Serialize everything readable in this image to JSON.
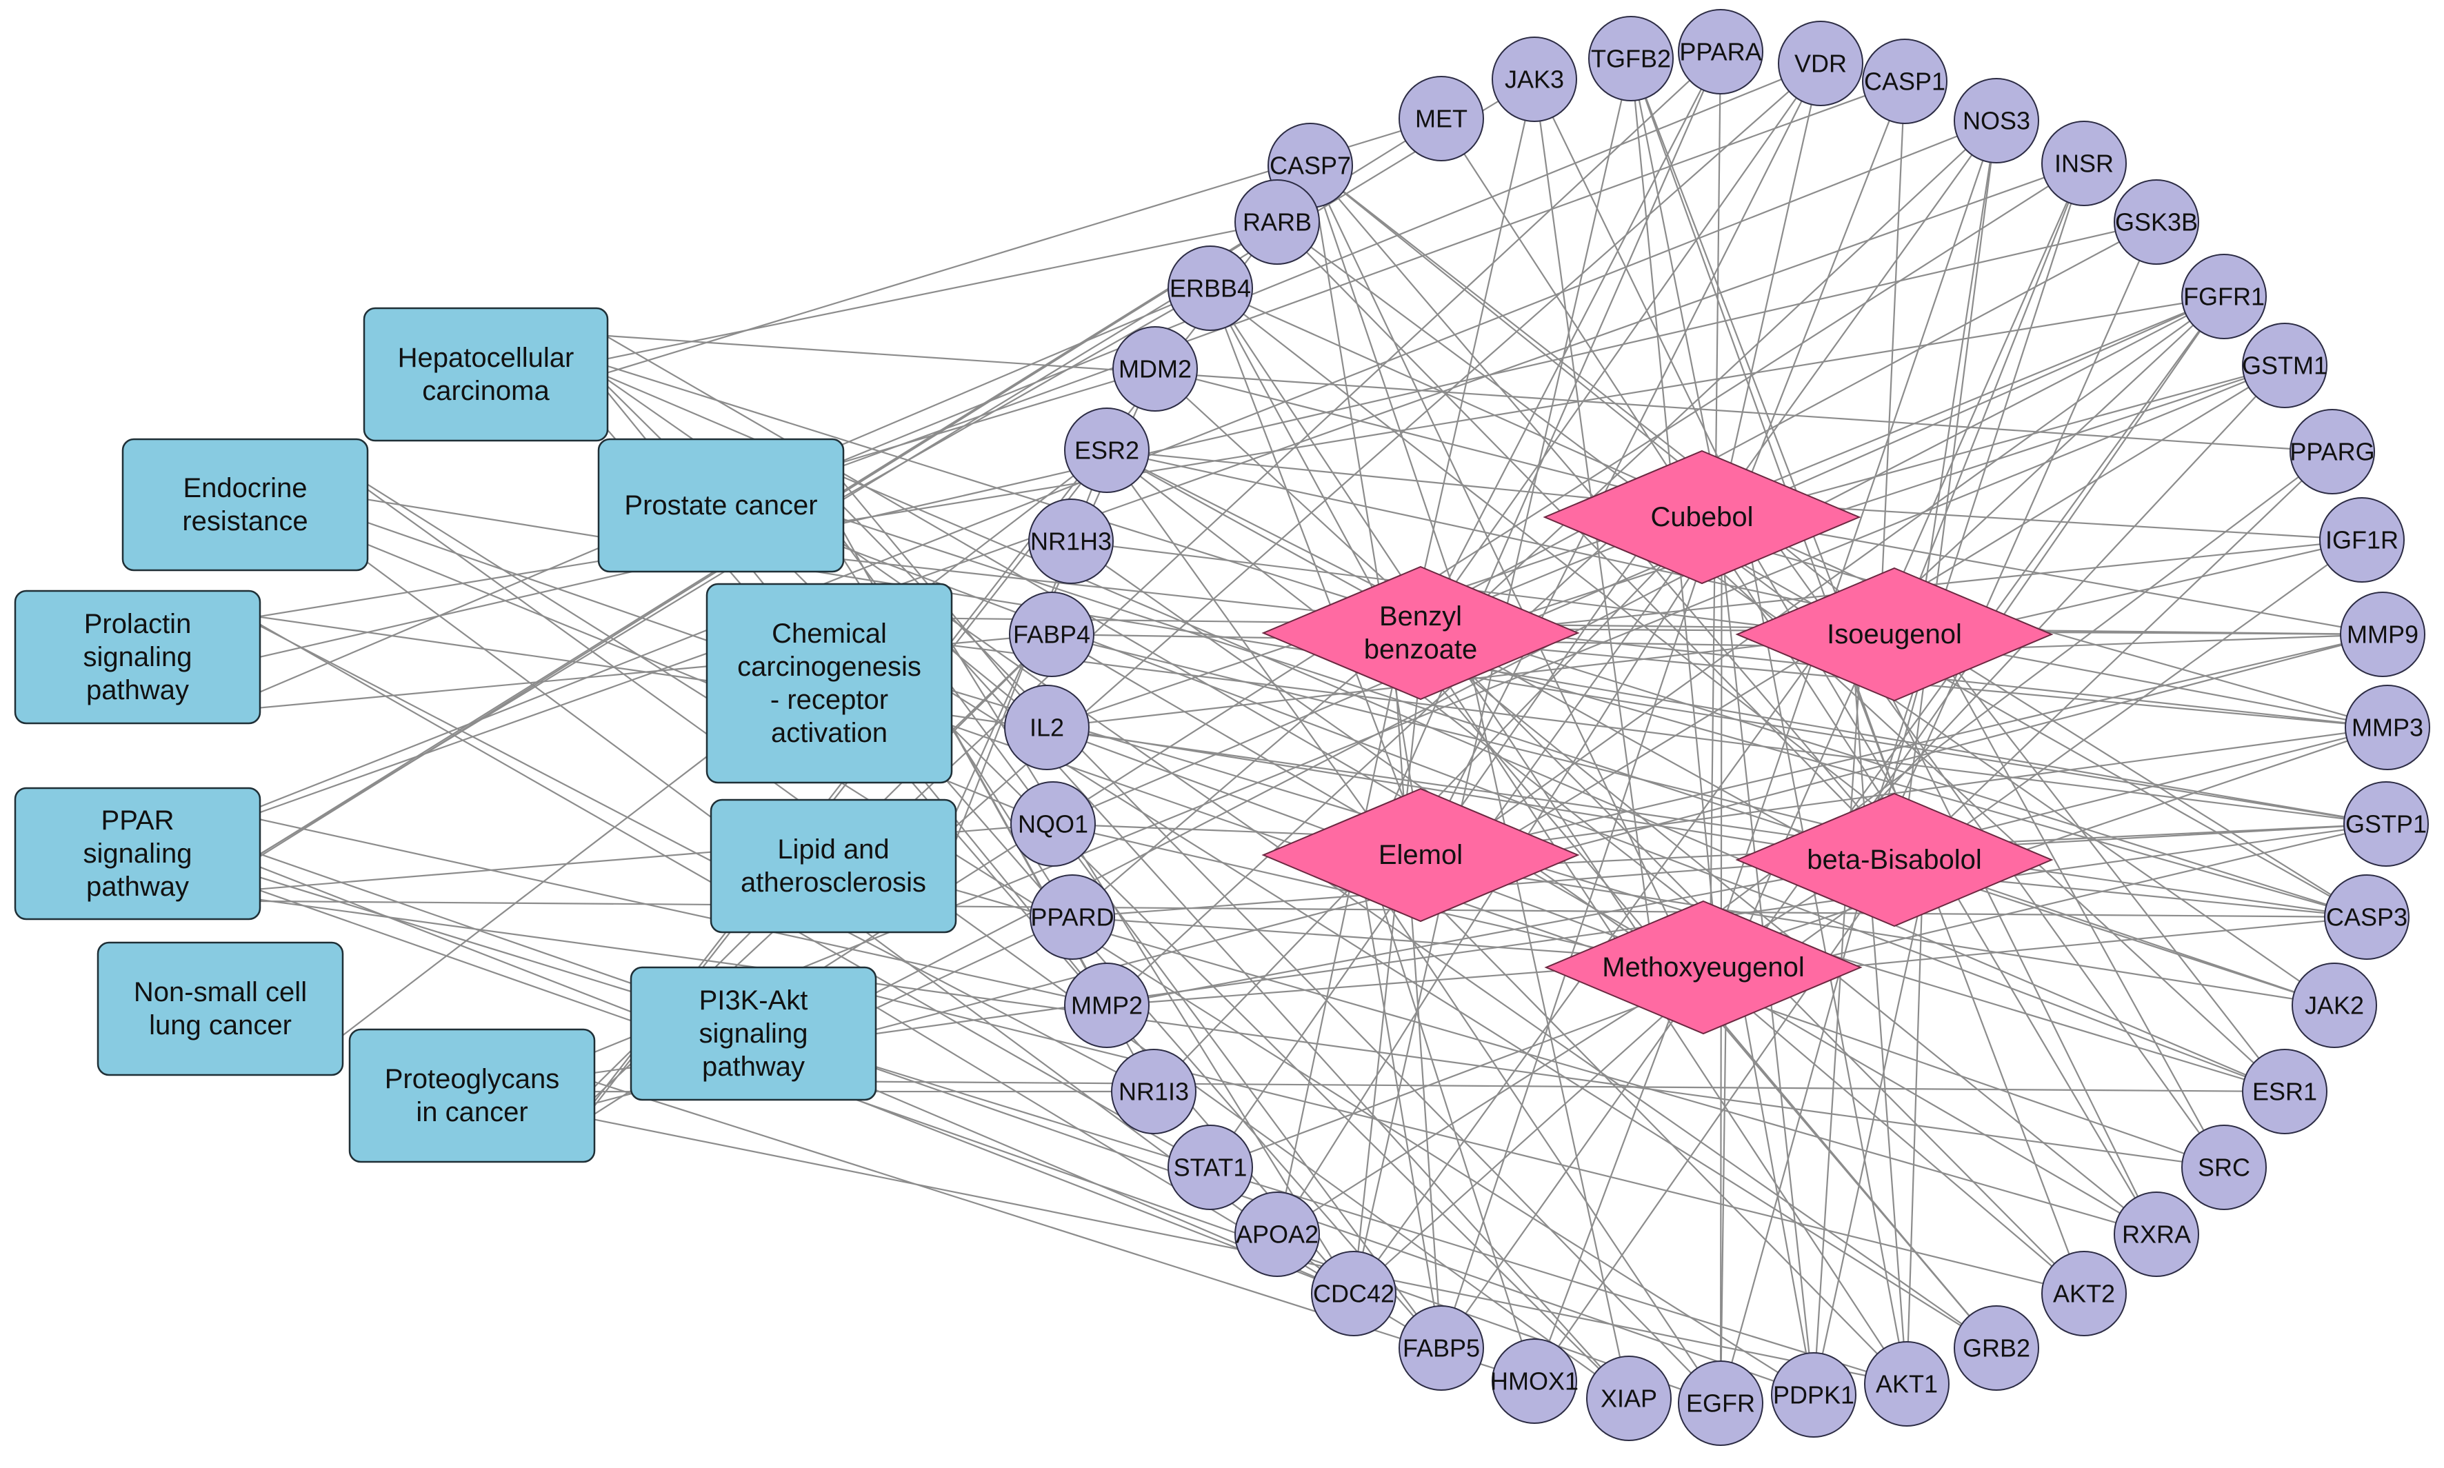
{
  "colors": {
    "pathway_fill": "#88cbe1",
    "pathway_stroke": "#1f2f36",
    "compound_fill": "#ff6aa2",
    "compound_stroke": "#6b2840",
    "target_fill": "#b6b4de",
    "target_stroke": "#2c2c44",
    "edge": "#8c8c8c",
    "text": "#111111"
  },
  "pathways": [
    {
      "id": "hcc",
      "lines": [
        "Hepatocellular",
        "carcinoma"
      ]
    },
    {
      "id": "endo",
      "lines": [
        "Endocrine",
        "resistance"
      ]
    },
    {
      "id": "prost",
      "lines": [
        "Prostate cancer"
      ]
    },
    {
      "id": "prol",
      "lines": [
        "Prolactin",
        "signaling",
        "pathway"
      ]
    },
    {
      "id": "chem",
      "lines": [
        "Chemical",
        "carcinogenesis",
        "- receptor",
        "activation"
      ]
    },
    {
      "id": "ppar",
      "lines": [
        "PPAR",
        "signaling",
        "pathway"
      ]
    },
    {
      "id": "lipid",
      "lines": [
        "Lipid and",
        "atherosclerosis"
      ]
    },
    {
      "id": "nsclc",
      "lines": [
        "Non-small cell",
        "lung cancer"
      ]
    },
    {
      "id": "pi3k",
      "lines": [
        "PI3K-Akt",
        "signaling",
        "pathway"
      ]
    },
    {
      "id": "proteo",
      "lines": [
        "Proteoglycans",
        "in cancer"
      ]
    }
  ],
  "compounds": [
    {
      "id": "cubebol",
      "lines": [
        "Cubebol"
      ]
    },
    {
      "id": "benzyl",
      "lines": [
        "Benzyl",
        "benzoate"
      ]
    },
    {
      "id": "isoeug",
      "lines": [
        "Isoeugenol"
      ]
    },
    {
      "id": "elemol",
      "lines": [
        "Elemol"
      ]
    },
    {
      "id": "bisab",
      "lines": [
        "beta-Bisabolol"
      ]
    },
    {
      "id": "methox",
      "lines": [
        "Methoxyeugenol"
      ]
    }
  ],
  "targets": [
    "MET",
    "JAK3",
    "TGFB2",
    "PPARA",
    "VDR",
    "CASP1",
    "NOS3",
    "INSR",
    "CASP7",
    "RARB",
    "GSK3B",
    "ERBB4",
    "FGFR1",
    "MDM2",
    "GSTM1",
    "ESR2",
    "PPARG",
    "NR1H3",
    "IGF1R",
    "FABP4",
    "MMP9",
    "IL2",
    "MMP3",
    "NQO1",
    "GSTP1",
    "PPARD",
    "CASP3",
    "MMP2",
    "JAK2",
    "NR1I3",
    "ESR1",
    "STAT1",
    "SRC",
    "APOA2",
    "RXRA",
    "CDC42",
    "AKT2",
    "FABP5",
    "GRB2",
    "HMOX1",
    "XIAP",
    "EGFR",
    "PDPK1",
    "AKT1"
  ]
}
